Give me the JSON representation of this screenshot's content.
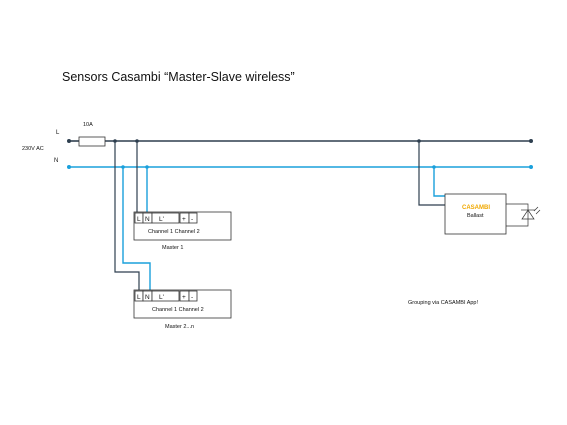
{
  "title": "Sensors Casambi  “Master-Slave wireless”",
  "supply": {
    "line_label": "L",
    "neutral_label": "N",
    "voltage_label": "230V AC",
    "fuse_label": "10A"
  },
  "master1": {
    "terminals": [
      "L",
      "N",
      "L'",
      "+",
      "-"
    ],
    "channel_label": "Channel 1  Channel 2",
    "name": "Master 1"
  },
  "master2": {
    "terminals": [
      "L",
      "N",
      "L'",
      "+",
      "-"
    ],
    "channel_label": "Channel 1  Channel 2",
    "name": "Master 2...n"
  },
  "ballast": {
    "brand": "CASAMBI",
    "name": "Ballast"
  },
  "note": "Grouping via CASAMBI App!",
  "colors": {
    "line": "#2e3f4f",
    "neutral": "#1aa0dc",
    "casambi": "#f0a800"
  },
  "icons": {
    "lamp": "led-lamp-icon",
    "fuse": "fuse-icon"
  }
}
